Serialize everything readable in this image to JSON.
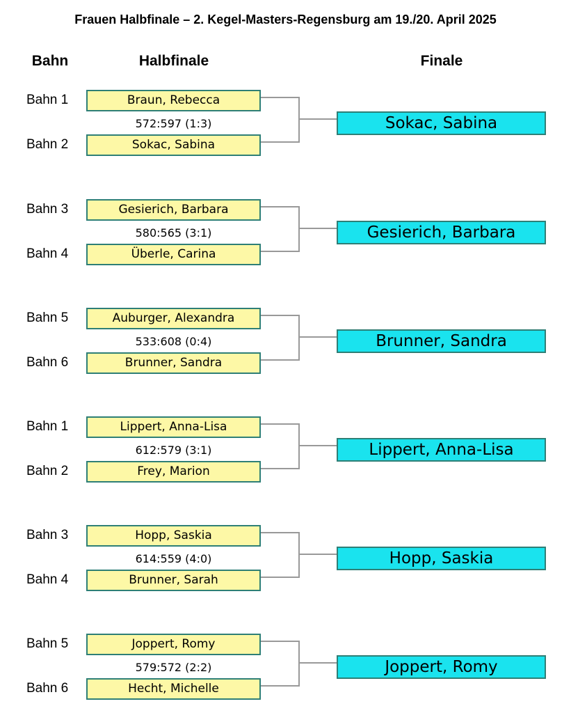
{
  "title": "Frauen Halbfinale – 2. Kegel-Masters-Regensburg am 19./20. April 2025",
  "headers": {
    "bahn": "Bahn",
    "halbfinale": "Halbfinale",
    "finale": "Finale"
  },
  "matches": [
    {
      "lane_a": "Bahn 1",
      "player_a": "Braun, Rebecca",
      "score": "572:597 (1:3)",
      "lane_b": "Bahn 2",
      "player_b": "Sokac, Sabina",
      "winner": "Sokac, Sabina"
    },
    {
      "lane_a": "Bahn 3",
      "player_a": "Gesierich, Barbara",
      "score": "580:565 (3:1)",
      "lane_b": "Bahn 4",
      "player_b": "Überle, Carina",
      "winner": "Gesierich, Barbara"
    },
    {
      "lane_a": "Bahn 5",
      "player_a": "Auburger, Alexandra",
      "score": "533:608 (0:4)",
      "lane_b": "Bahn 6",
      "player_b": "Brunner, Sandra",
      "winner": "Brunner, Sandra"
    },
    {
      "lane_a": "Bahn 1",
      "player_a": "Lippert, Anna-Lisa",
      "score": "612:579 (3:1)",
      "lane_b": "Bahn 2",
      "player_b": "Frey, Marion",
      "winner": "Lippert, Anna-Lisa"
    },
    {
      "lane_a": "Bahn 3",
      "player_a": "Hopp, Saskia",
      "score": "614:559 (4:0)",
      "lane_b": "Bahn 4",
      "player_b": "Brunner, Sarah",
      "winner": "Hopp, Saskia"
    },
    {
      "lane_a": "Bahn 5",
      "player_a": "Joppert, Romy",
      "score": "579:572 (2:2)",
      "lane_b": "Bahn 6",
      "player_b": "Hecht, Michelle",
      "winner": "Joppert, Romy"
    }
  ]
}
